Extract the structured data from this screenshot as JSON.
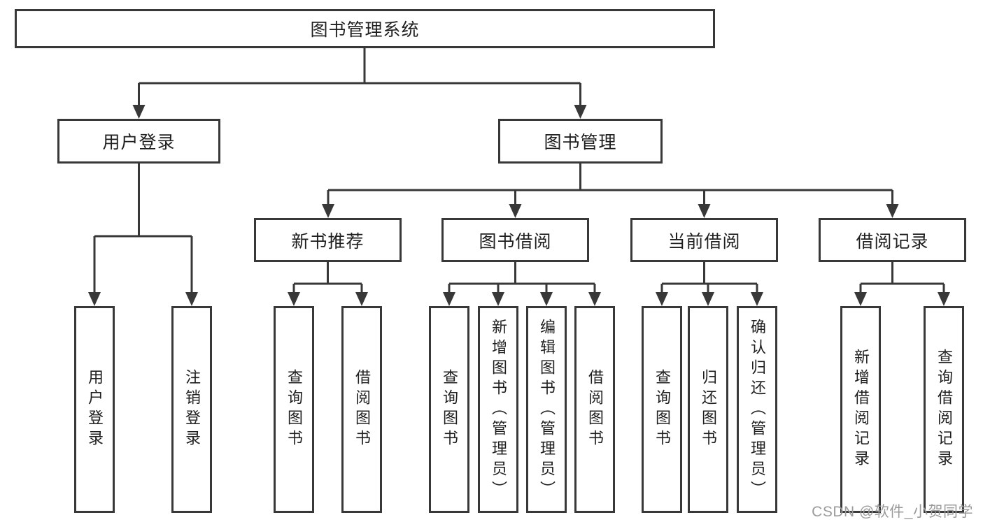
{
  "nodes": {
    "root": "图书管理系统",
    "level2": [
      "用户登录",
      "图书管理"
    ],
    "level3": [
      "新书推荐",
      "图书借阅",
      "当前借阅",
      "借阅记录"
    ],
    "level4": {
      "user_login": [
        "用户登录",
        "注销登录"
      ],
      "new_books": [
        "查询图书",
        "借阅图书"
      ],
      "book_borrow": [
        "查询图书",
        "新增图书（管理员）",
        "编辑图书（管理员）",
        "借阅图书"
      ],
      "current_borrow": [
        "查询图书",
        "归还图书",
        "确认归还（管理员）"
      ],
      "borrow_records": [
        "新增借阅记录",
        "查询借阅记录"
      ]
    }
  },
  "watermark": "CSDN @软件_小贺同学",
  "colors": {
    "line": "#383838",
    "box_border": "#383838",
    "text": "#1f1f1f",
    "watermark_gray": "#9b9b9b",
    "background": "#ffffff"
  }
}
